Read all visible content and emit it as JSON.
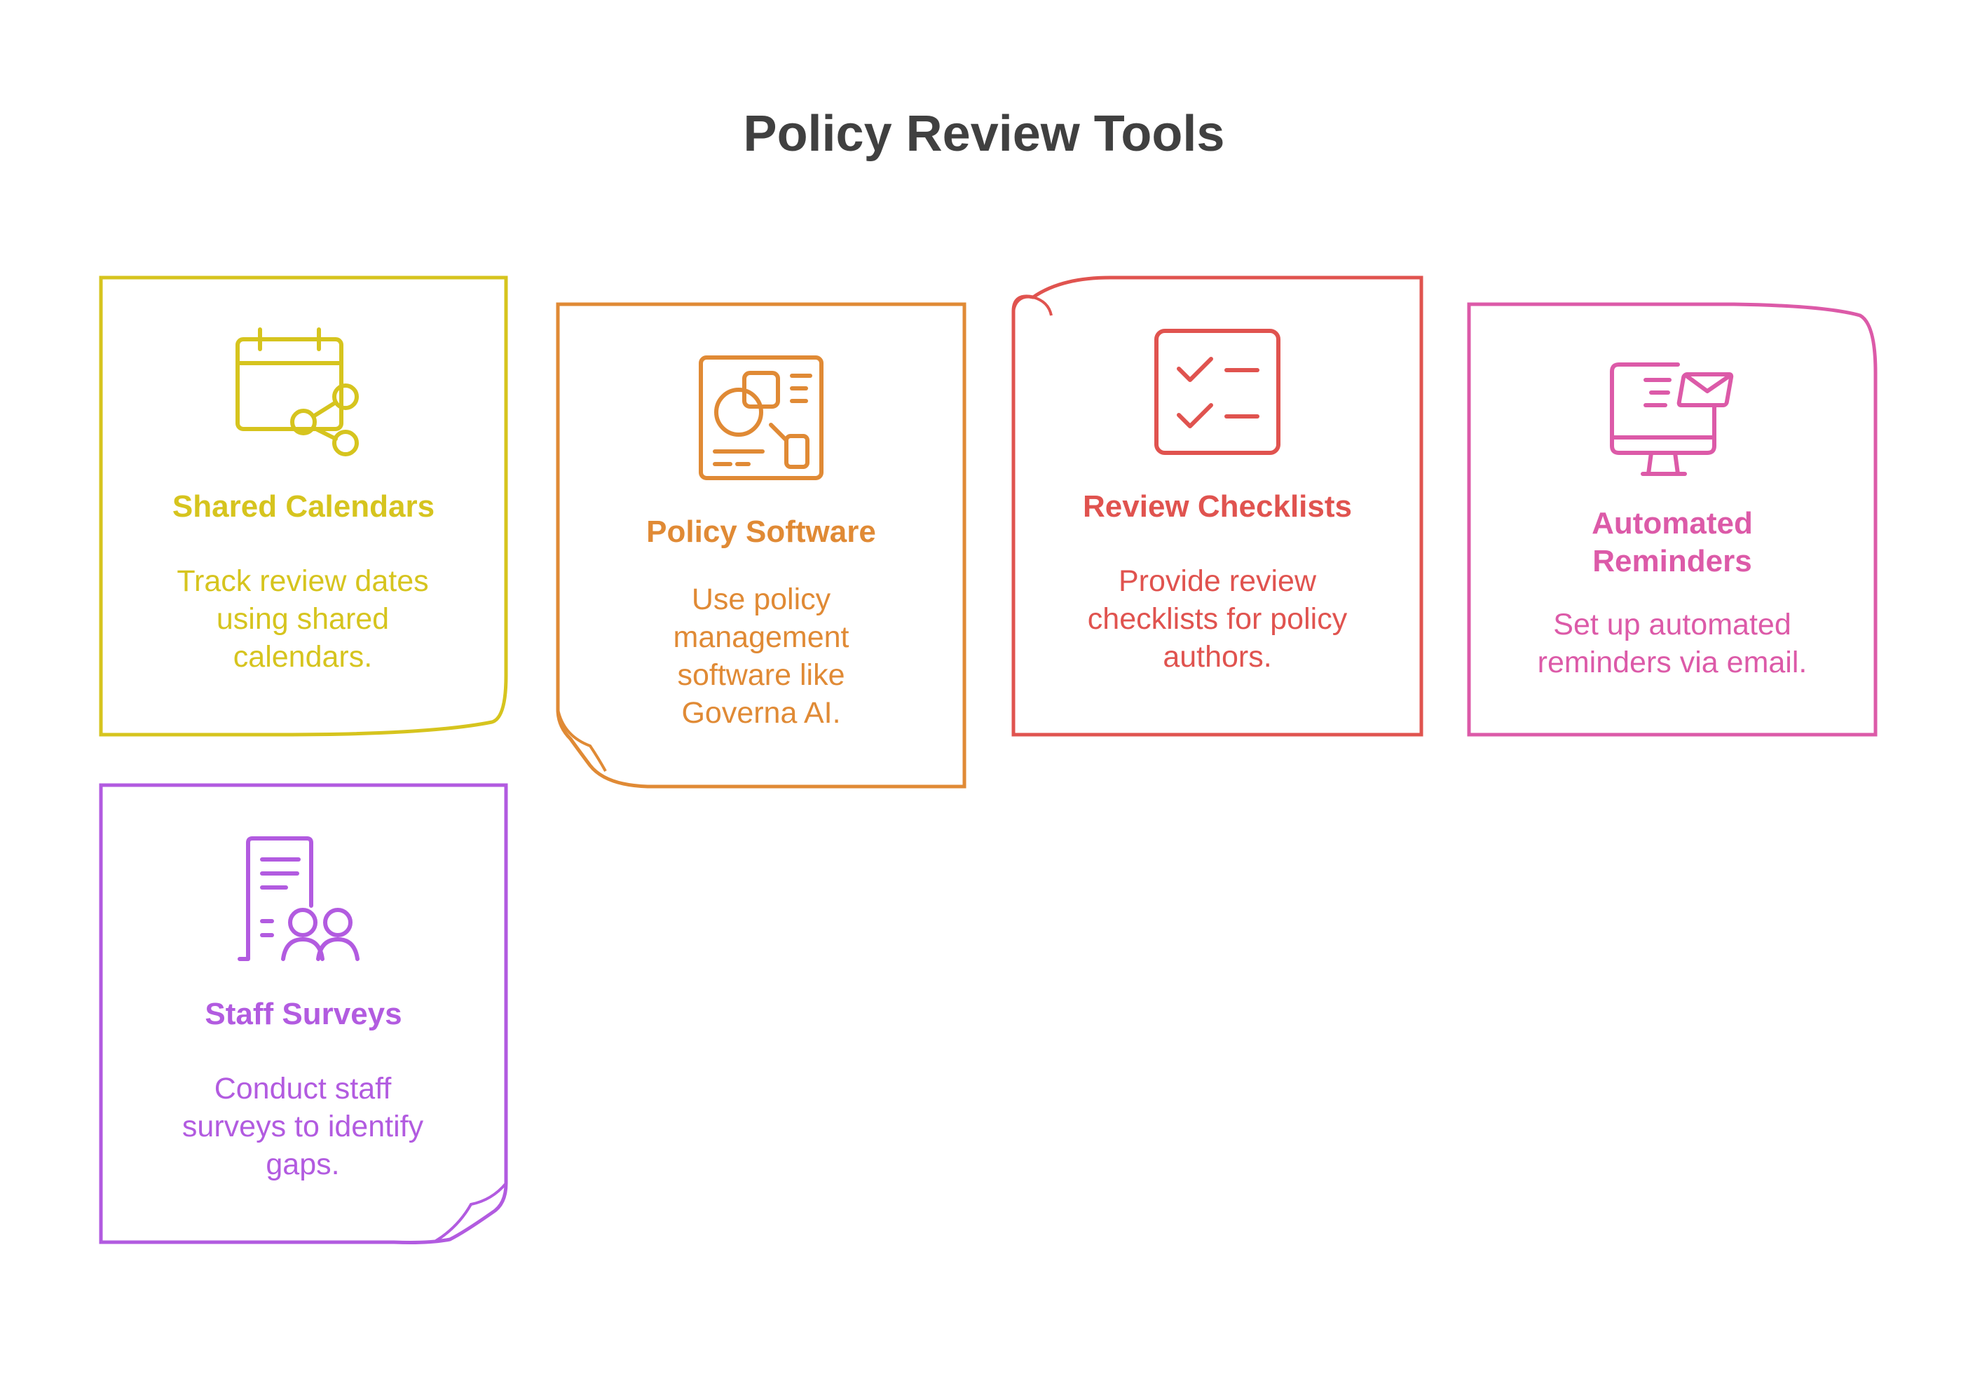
{
  "title": "Policy Review Tools",
  "colors": {
    "title": "#404040",
    "shared_calendars": "#d6c41e",
    "policy_software": "#e08a35",
    "review_checklists": "#e0534f",
    "automated_reminders": "#dc5aa8",
    "staff_surveys": "#b25be0"
  },
  "cards": [
    {
      "title": "Shared Calendars",
      "description": "Track review dates using shared calendars.",
      "icon": "calendar-share-icon"
    },
    {
      "title": "Policy Software",
      "description": "Use policy management software like Governa AI.",
      "icon": "dashboard-software-icon"
    },
    {
      "title": "Review Checklists",
      "description": "Provide review checklists for policy authors.",
      "icon": "checklist-icon"
    },
    {
      "title": "Automated Reminders",
      "description": "Set up automated reminders via email.",
      "icon": "monitor-email-icon"
    },
    {
      "title": "Staff Surveys",
      "description": "Conduct staff surveys to identify gaps.",
      "icon": "survey-people-icon"
    }
  ]
}
